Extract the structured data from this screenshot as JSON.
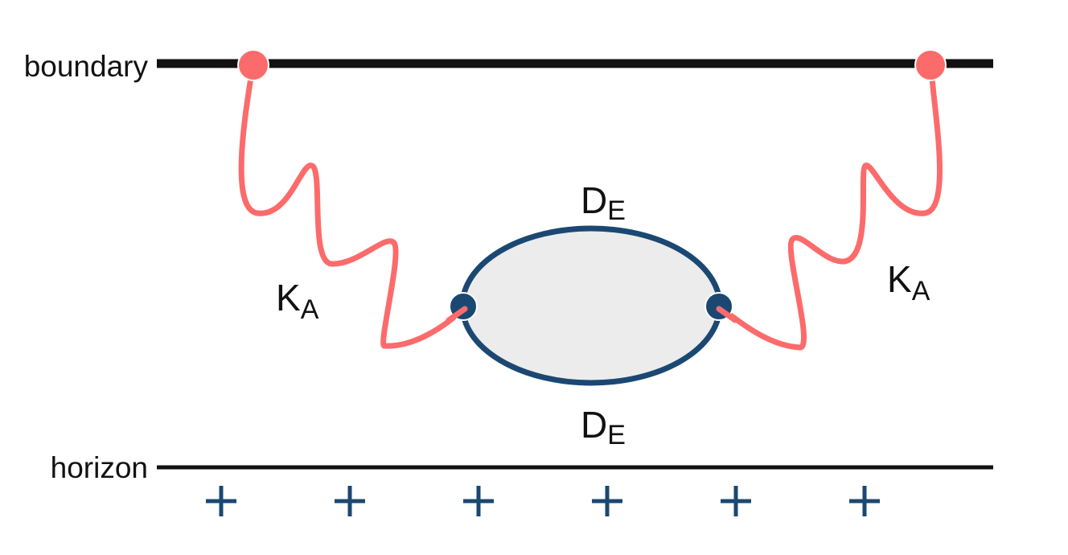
{
  "labels": {
    "boundary": "boundary",
    "horizon": "horizon",
    "propagator_left_main": "K",
    "propagator_left_sub": "A",
    "propagator_right_main": "K",
    "propagator_right_sub": "A",
    "loop_top_main": "D",
    "loop_top_sub": "E",
    "loop_bottom_main": "D",
    "loop_bottom_sub": "E"
  },
  "horizon_marks": [
    "+",
    "+",
    "+",
    "+",
    "+",
    "+"
  ],
  "colors": {
    "lines": "#111111",
    "propagator": "#fc6b6b",
    "boundary_vertex": "#fc6b6b",
    "loop_stroke": "#1b4872",
    "loop_fill": "#ececec",
    "bulk_vertex": "#1b4872",
    "plus": "#1b4872"
  }
}
